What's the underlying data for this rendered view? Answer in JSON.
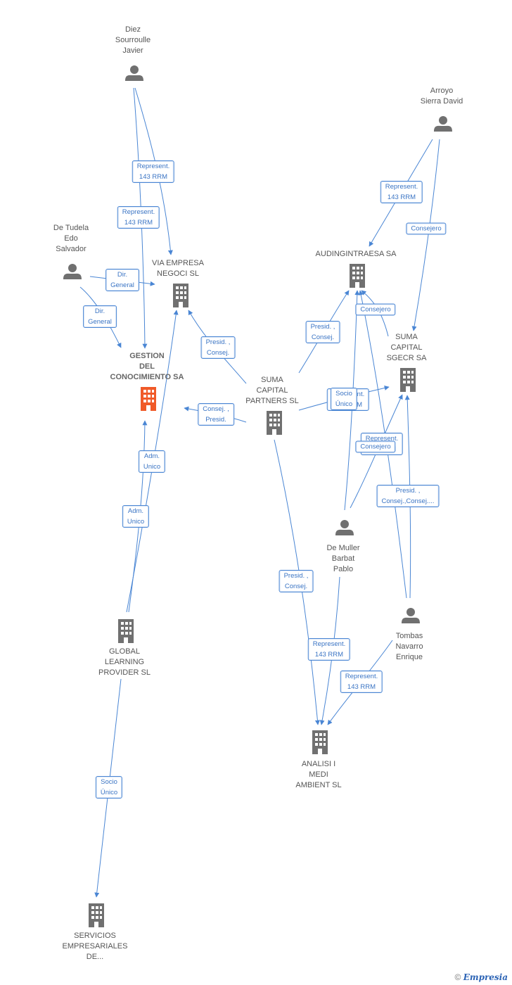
{
  "colors": {
    "edge": "#4a86d4",
    "node_icon": "#707070",
    "main_company": "#f05a28"
  },
  "nodes": {
    "diez": {
      "label": "Diez\nSourroulle\nJavier",
      "kind": "person"
    },
    "arroyo": {
      "label": "Arroyo\nSierra David",
      "kind": "person"
    },
    "detudela": {
      "label": "De Tudela\nEdo\nSalvador",
      "kind": "person"
    },
    "via": {
      "label": "VIA EMPRESA\nNEGOCI SL",
      "kind": "company"
    },
    "audin": {
      "label": "AUDINGINTRAESA SA",
      "kind": "company"
    },
    "gestion": {
      "label": "GESTION\nDEL\nCONOCIMIENTO SA",
      "kind": "main-company"
    },
    "sumacap": {
      "label": "SUMA\nCAPITAL\nPARTNERS SL",
      "kind": "company"
    },
    "sumasgecr": {
      "label": "SUMA\nCAPITAL\nSGECR SA",
      "kind": "company"
    },
    "demuller": {
      "label": "De Muller\nBarbat\nPablo",
      "kind": "person"
    },
    "tombas": {
      "label": "Tombas\nNavarro\nEnrique",
      "kind": "person"
    },
    "global": {
      "label": "GLOBAL\nLEARNING\nPROVIDER SL",
      "kind": "company"
    },
    "analisi": {
      "label": "ANALISI I\nMEDI\nAMBIENT SL",
      "kind": "company"
    },
    "servicios": {
      "label": "SERVICIOS\nEMPRESARIALES\nDE...",
      "kind": "company"
    }
  },
  "edge_labels": {
    "e1": "Represent.\n143 RRM",
    "e2": "Represent.\n143 RRM",
    "e3": "Represent.\n143 RRM",
    "e4": "Consejero",
    "e5": "Dir.\nGeneral",
    "e6": "Dir.\nGeneral",
    "e7": "Presid. ,\nConsej.",
    "e8": "Presid. ,\nConsej.",
    "e9": "Consejero",
    "e10": "Consej. ,\nPresid.",
    "e11": "Represent.\n143 RRM",
    "e12": "Socio\nÚnico",
    "e13": "Represent.\n143 RRM",
    "e14": "Consejero",
    "e15": "Presid. ,\nConsej.,Consej....",
    "e16": "Adm.\nUnico",
    "e17": "Adm.\nUnico",
    "e18": "Presid. ,\nConsej.",
    "e19": "Represent.\n143 RRM",
    "e20": "Represent.\n143 RRM",
    "e21": "Socio\nÚnico"
  },
  "footer": {
    "copyright": "©",
    "brand": "Empresia"
  }
}
